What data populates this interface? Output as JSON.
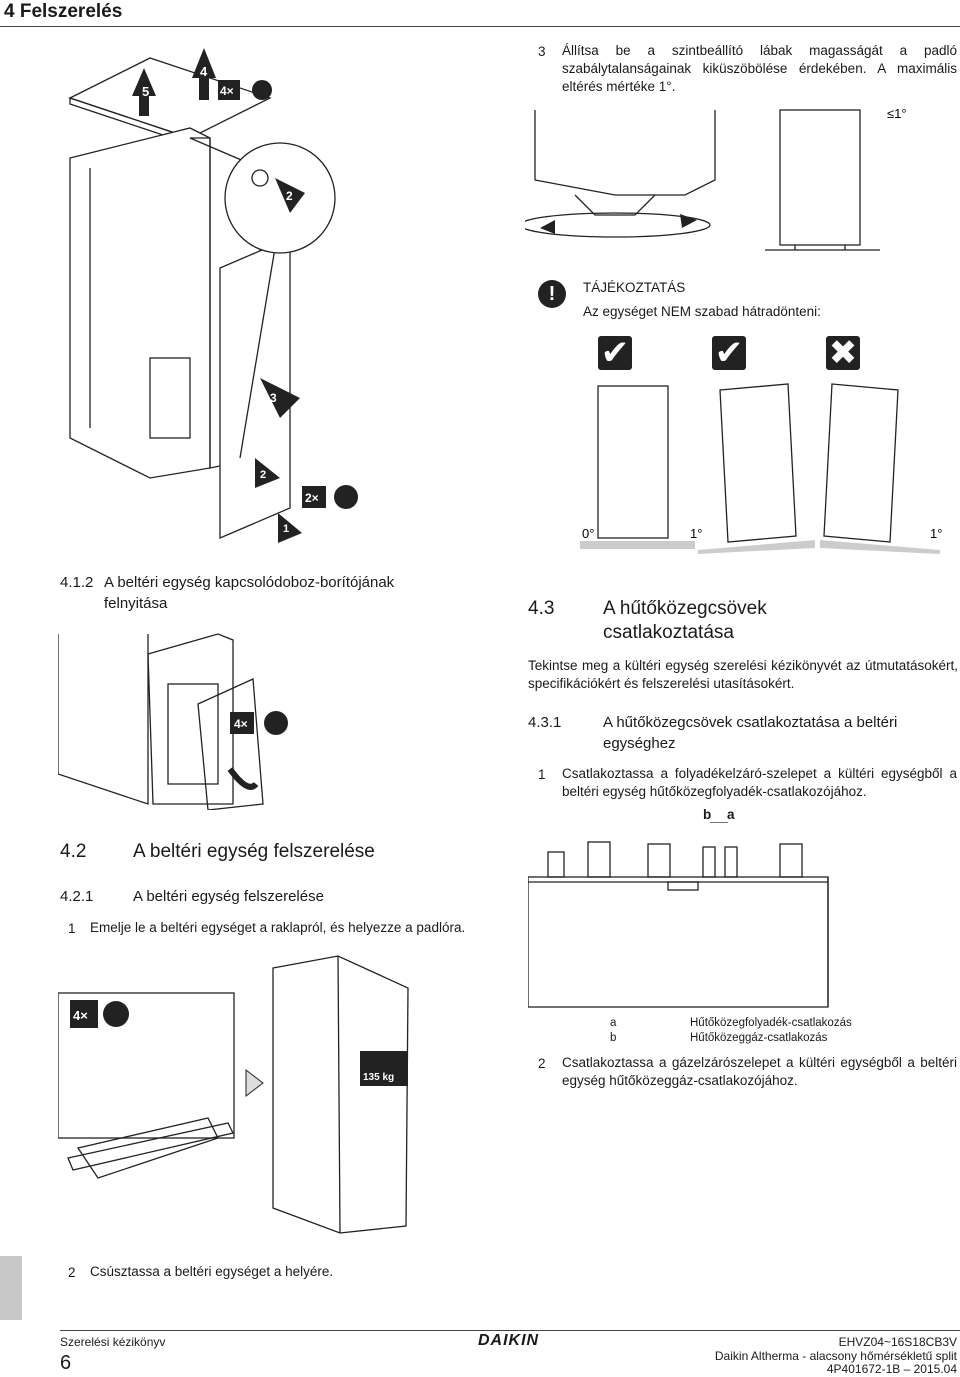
{
  "header": {
    "title": "4 Felszerelés"
  },
  "step3": {
    "num": "3",
    "text": "Állítsa be a szintbeállító lábak magasságát a padló szabálytalanságainak kiküszöbölése érdekében. A maximális eltérés mértéke 1°."
  },
  "fig_top_left": {
    "label_5": "5",
    "label_4": "4",
    "label_4x": "4×",
    "label_2": "2",
    "label_3": "3",
    "label_2b": "2",
    "label_2x": "2×",
    "label_1": "1"
  },
  "fig_level": {
    "le1": "≤1°"
  },
  "notice": {
    "title": "TÁJÉKOZTATÁS",
    "text": "Az egységet NEM szabad hátradönteni:",
    "angles": [
      "0°",
      "1°",
      "1°"
    ]
  },
  "section_412": {
    "num": "4.1.2",
    "title": "A beltéri egység kapcsolódoboz-borítójának felnyitása",
    "label_4x": "4×"
  },
  "section_43": {
    "num": "4.3",
    "title": "A hűtőközegcsövek csatlakoztatása",
    "text": "Tekintse meg a kültéri egység szerelési kézikönyvét az útmutatásokért, specifikációkért és felszerelési utasításokért."
  },
  "section_431": {
    "num": "4.3.1",
    "title": "A hűtőközegcsövek csatlakoztatása a beltéri egységhez",
    "step1_num": "1",
    "step1_text": "Csatlakoztassa a folyadékelzáró-szelepet a kültéri egységből a beltéri egység hűtőközegfolyadék-csatlakozójához.",
    "fig_b": "b",
    "fig_a": "a",
    "legend": [
      {
        "k": "a",
        "v": "Hűtőközegfolyadék-csatlakozás"
      },
      {
        "k": "b",
        "v": "Hűtőközeggáz-csatlakozás"
      }
    ],
    "step2_num": "2",
    "step2_text": "Csatlakoztassa a gázelzárószelepet a kültéri egységből a beltéri egység hűtőközeggáz-csatlakozójához."
  },
  "section_42": {
    "num": "4.2",
    "title": "A beltéri egység felszerelése"
  },
  "section_421": {
    "num": "4.2.1",
    "title": "A beltéri egység felszerelése",
    "step1_num": "1",
    "step1_text": "Emelje le a beltéri egységet a raklapról, és helyezze a padlóra.",
    "fig_4x": "4×",
    "fig_weight": "135 kg",
    "step2_num": "2",
    "step2_text": "Csúsztassa a beltéri egységet a helyére."
  },
  "footer": {
    "left_title": "Szerelési kézikönyv",
    "page": "6",
    "brand": "DAIKIN",
    "right1": "EHVZ04~16S18CB3V",
    "right2": "Daikin Altherma - alacsony hőmérsékletű split",
    "right3": "4P401672-1B – 2015.04"
  }
}
